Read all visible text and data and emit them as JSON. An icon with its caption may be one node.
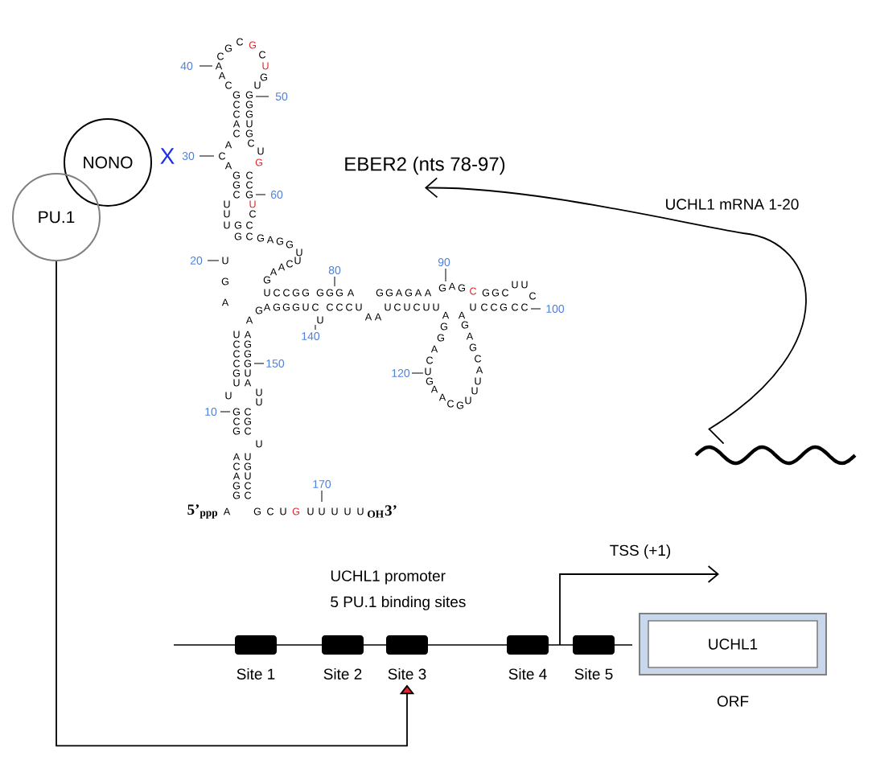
{
  "diagram": {
    "nodes": [
      {
        "text": [
          "NONO"
        ]
      },
      {
        "text": [
          "PU.1"
        ]
      },
      {
        "text": [
          "EBER2 (nts 78-97)"
        ]
      },
      {
        "text": [],
        "shape": "wave"
      },
      {
        "text": [
          "Site 1"
        ]
      },
      {
        "text": [
          "Site 2"
        ]
      },
      {
        "text": [
          "Site 3"
        ]
      },
      {
        "text": [
          "Site 4"
        ]
      },
      {
        "text": [
          "Site 5"
        ]
      },
      {
        "text": [
          "UCHL1"
        ],
        "beside": [
          "ORF"
        ]
      }
    ],
    "edges": [
      {
        "from": 3,
        "to": 2,
        "arrow": "to",
        "label": "UCHL1 mRNA 1-20"
      },
      {
        "from": 1,
        "to": 6,
        "arrow": "to"
      }
    ],
    "labels": [
      "X",
      "C",
      "G",
      "G",
      "C",
      "C",
      "40",
      "A",
      "U",
      "A",
      "G",
      "C",
      "U",
      "G",
      "G",
      "C",
      "G",
      "C",
      "G",
      "A",
      "U",
      "C",
      "G",
      "50",
      "C",
      "U",
      "A",
      "30",
      "C",
      "G",
      "A",
      "G",
      "C",
      "G",
      "C",
      "C",
      "G",
      "60",
      "U",
      "U",
      "U",
      "C",
      "U",
      "G",
      "C",
      "G",
      "C",
      "G",
      "A",
      "G",
      "G",
      "U",
      "20",
      "U",
      "G",
      "A",
      "A",
      "C",
      "U",
      "G",
      "A",
      "80",
      "U",
      "C",
      "C",
      "G",
      "G",
      "G",
      "G",
      "G",
      "A",
      "G",
      "G",
      "A",
      "G",
      "A",
      "A",
      "G",
      "A",
      "G",
      "C",
      "G",
      "G",
      "C",
      "U",
      "U",
      "C",
      "90",
      "G",
      "A",
      "A",
      "G",
      "G",
      "G",
      "U",
      "C",
      "C",
      "C",
      "C",
      "U",
      "U",
      "140",
      "A",
      "A",
      "U",
      "C",
      "U",
      "C",
      "U",
      "U",
      "U",
      "C",
      "C",
      "G",
      "C",
      "C",
      "100",
      "A",
      "G",
      "G",
      "A",
      "C",
      "120",
      "U",
      "G",
      "A",
      "A",
      "C",
      "G",
      "U",
      "U",
      "U",
      "A",
      "C",
      "G",
      "A",
      "G",
      "A",
      "U",
      "A",
      "C",
      "G",
      "C",
      "G",
      "C",
      "G",
      "150",
      "G",
      "U",
      "U",
      "A",
      "U",
      "U",
      "U",
      "10",
      "G",
      "C",
      "C",
      "G",
      "G",
      "C",
      "U",
      "A",
      "U",
      "C",
      "G",
      "A",
      "U",
      "G",
      "C",
      "G",
      "C",
      "5’$_{ppp}$",
      "A",
      "G",
      "C",
      "U",
      "G",
      "U",
      "170",
      "U",
      "U",
      "U",
      "U",
      "$_{OH}$3’",
      "UCHL1 promoter",
      "5 PU.1 binding sites",
      "TSS (+1)"
    ]
  }
}
